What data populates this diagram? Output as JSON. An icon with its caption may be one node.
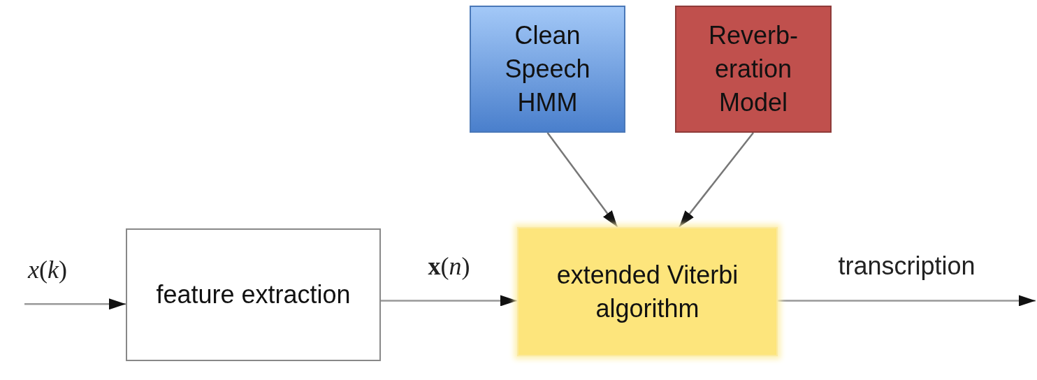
{
  "diagram": {
    "nodes": [
      {
        "text": [
          "feature extraction"
        ]
      },
      {
        "text": [
          "extended Viterbi algorithm"
        ]
      },
      {
        "text": [
          "Clean Speech HMM"
        ]
      },
      {
        "text": [
          "Reverb- eration Model"
        ]
      }
    ],
    "edges": [
      {
        "from": null,
        "to": 0,
        "arrow": "to",
        "label": "*x*(*k*)"
      },
      {
        "from": 0,
        "to": 1,
        "arrow": "to",
        "label": "**x**(*n*)"
      },
      {
        "from": 2,
        "to": 1,
        "arrow": "to"
      },
      {
        "from": 3,
        "to": 1,
        "arrow": "to"
      },
      {
        "from": 1,
        "to": null,
        "arrow": "to",
        "label": "transcription"
      }
    ]
  }
}
